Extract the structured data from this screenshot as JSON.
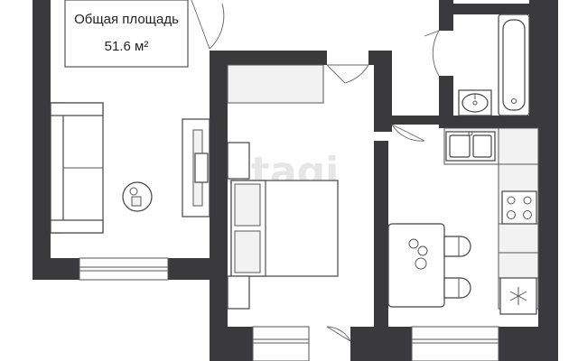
{
  "area_label": {
    "title": "Общая площадь",
    "value": "51.6 м²"
  },
  "watermark": "etagi",
  "icons": {
    "floor_lamp": "floor-lamp-icon",
    "stove": "stove-burners-icon",
    "fridge": "snowflake-icon"
  }
}
